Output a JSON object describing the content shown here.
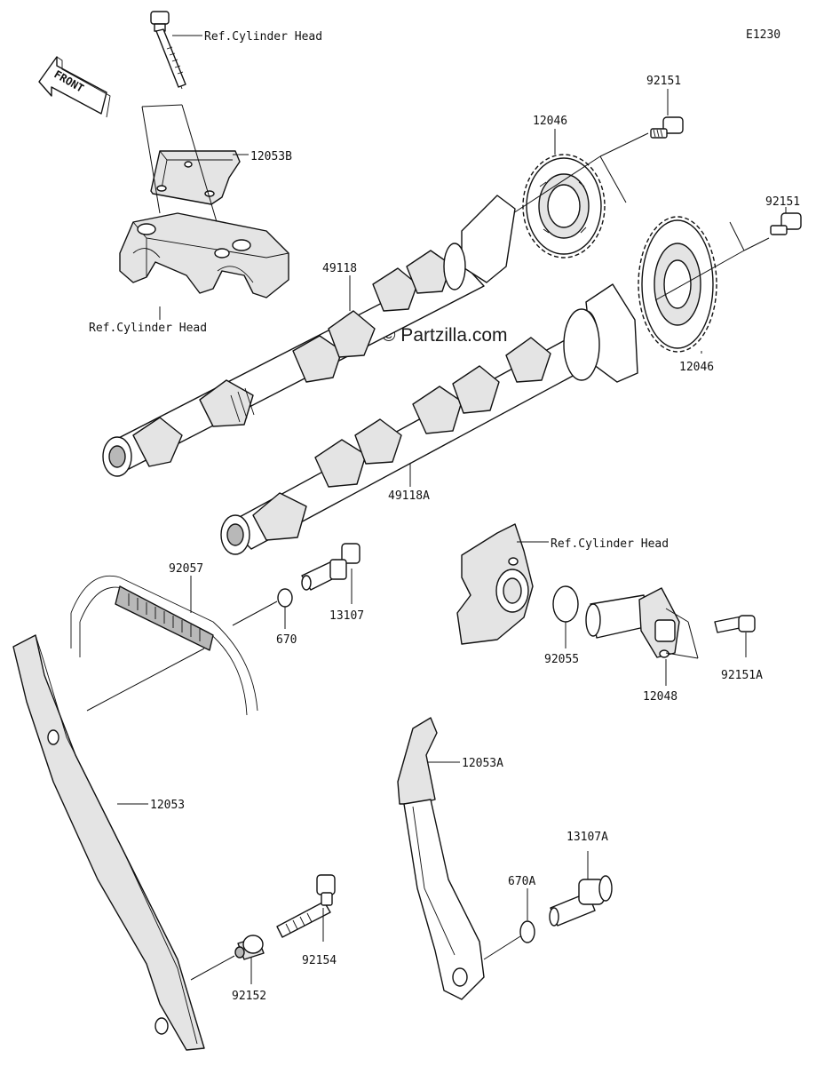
{
  "diagram_code": "E1230",
  "front_label": "FRONT",
  "watermark": "© Partzilla.com",
  "ref_labels": {
    "cylinder_head_top": "Ref.Cylinder Head",
    "cylinder_head_mid": "Ref.Cylinder Head",
    "cylinder_head_right": "Ref.Cylinder Head"
  },
  "parts": {
    "bracket": "12053B",
    "bolt_top": "92151",
    "bolt_right": "92151",
    "sprocket_top": "12046",
    "sprocket_right": "12046",
    "camshaft_intake": "49118",
    "camshaft_exhaust": "49118A",
    "chain": "92057",
    "oring_small": "670",
    "guide_bolt": "13107",
    "tensioner_gasket": "92055",
    "tensioner": "12048",
    "tensioner_bolt": "92151A",
    "guide_right": "12053A",
    "guide_left": "12053",
    "guide_bolt_a": "13107A",
    "oring_a": "670A",
    "collar": "92152",
    "bolt_bottom": "92154"
  }
}
